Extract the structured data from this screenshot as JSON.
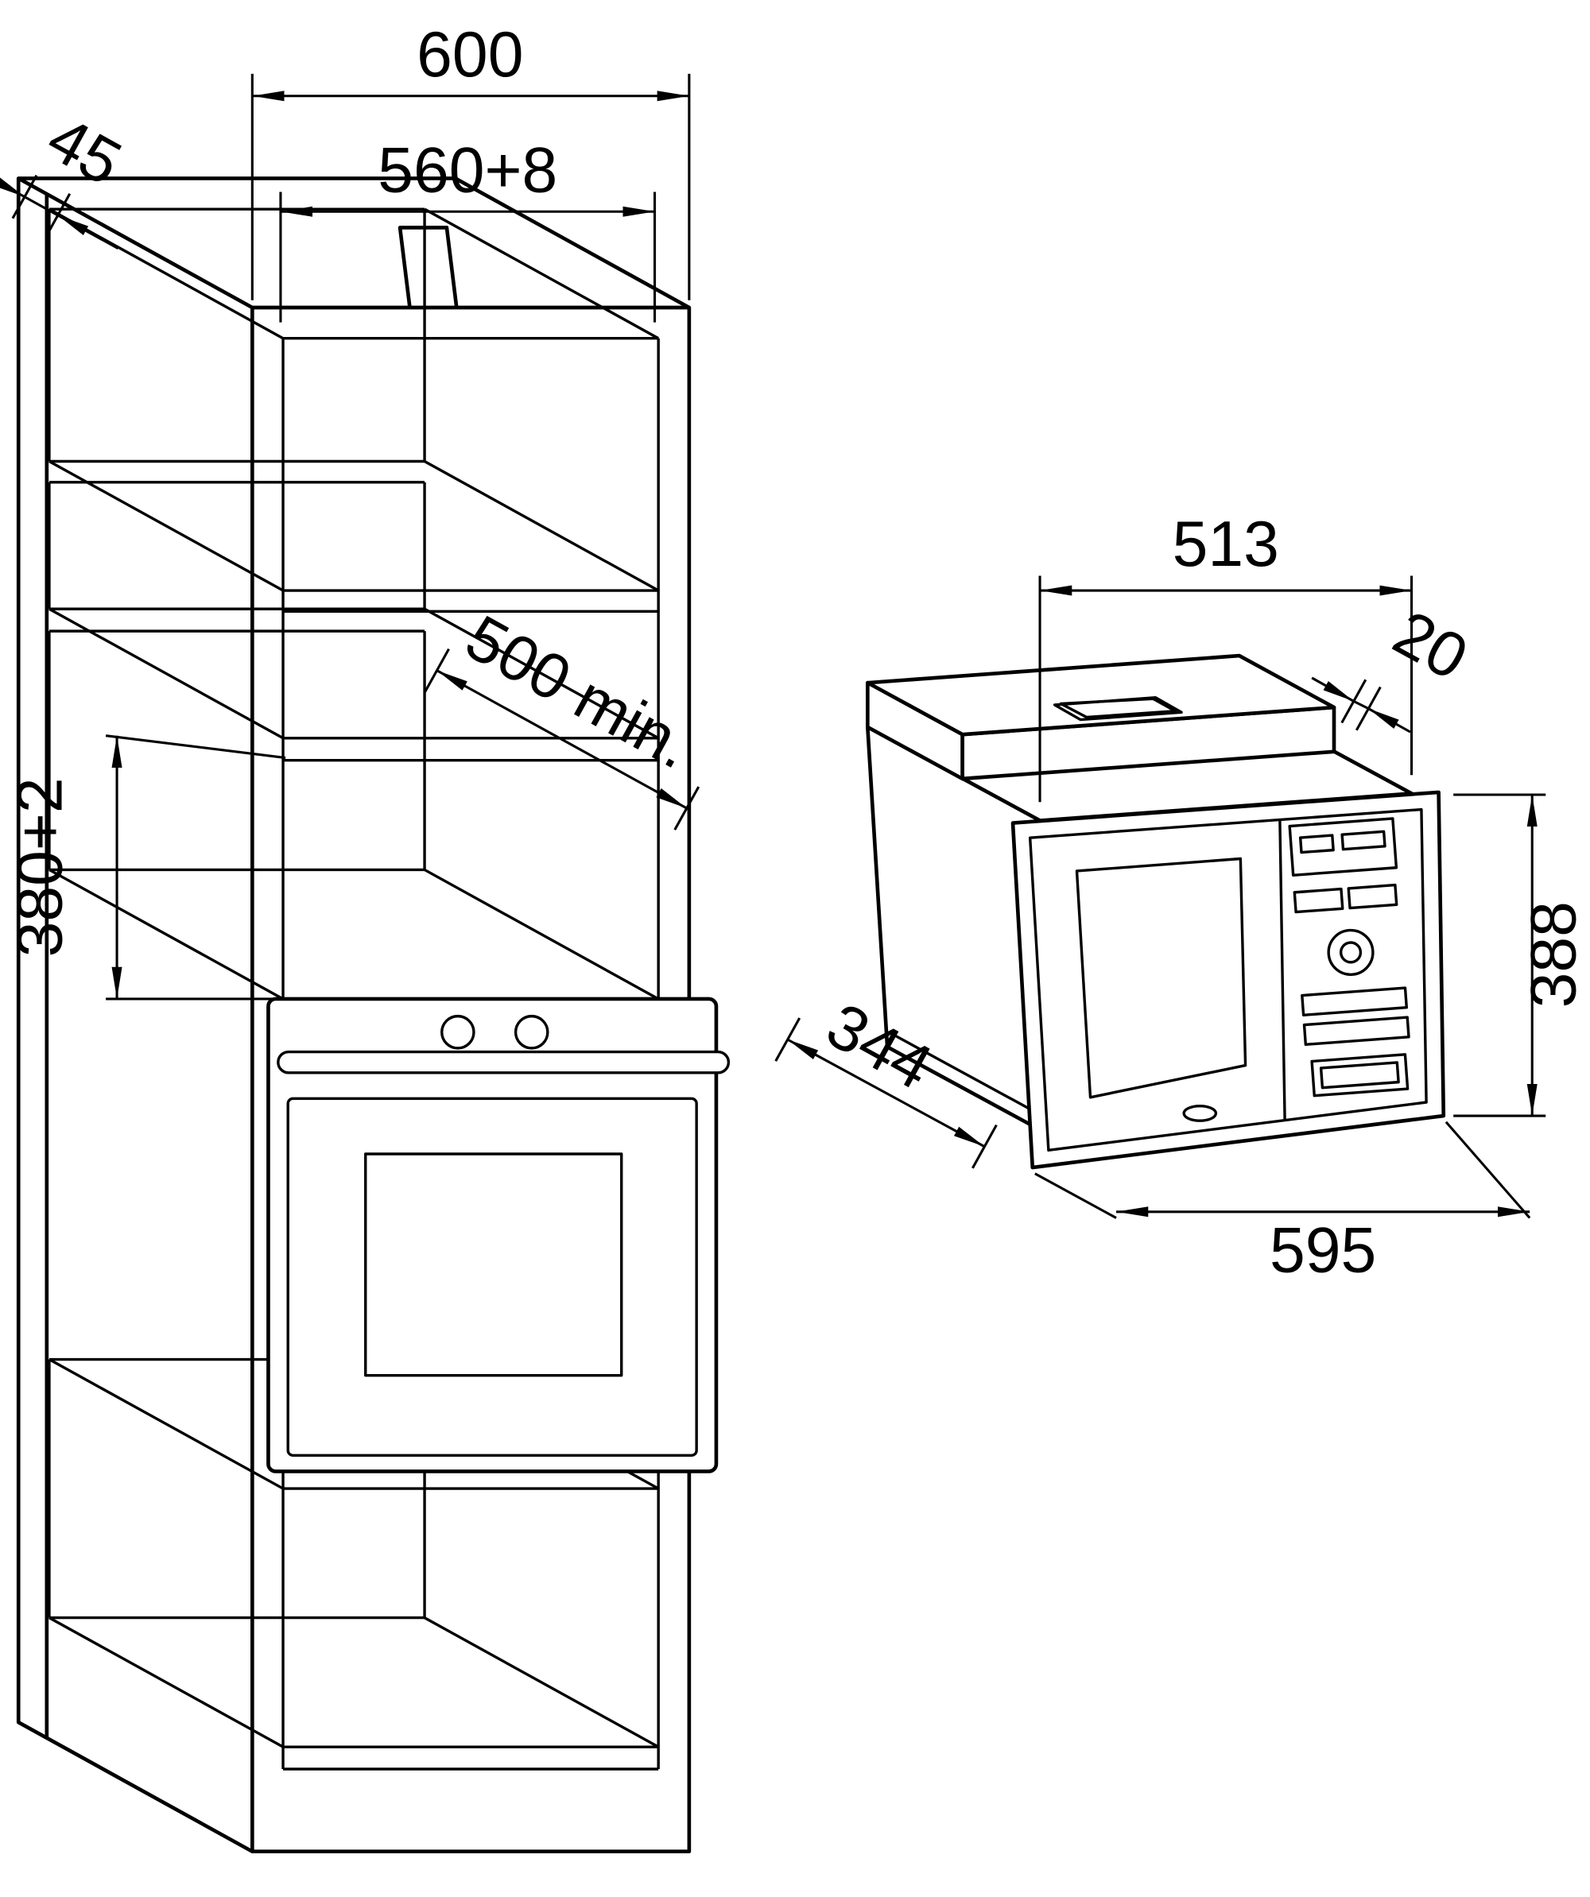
{
  "drawing": {
    "cabinet_view": {
      "dim_overall_width": "600",
      "dim_cutout_width": "560+8",
      "dim_front_edge": "45",
      "dim_niche_depth": "500 min.",
      "dim_niche_height": "380+2"
    },
    "appliance_view": {
      "dim_body_width": "513",
      "dim_frame_protrusion": "20",
      "dim_height": "388",
      "dim_depth": "344",
      "dim_width": "595"
    }
  }
}
